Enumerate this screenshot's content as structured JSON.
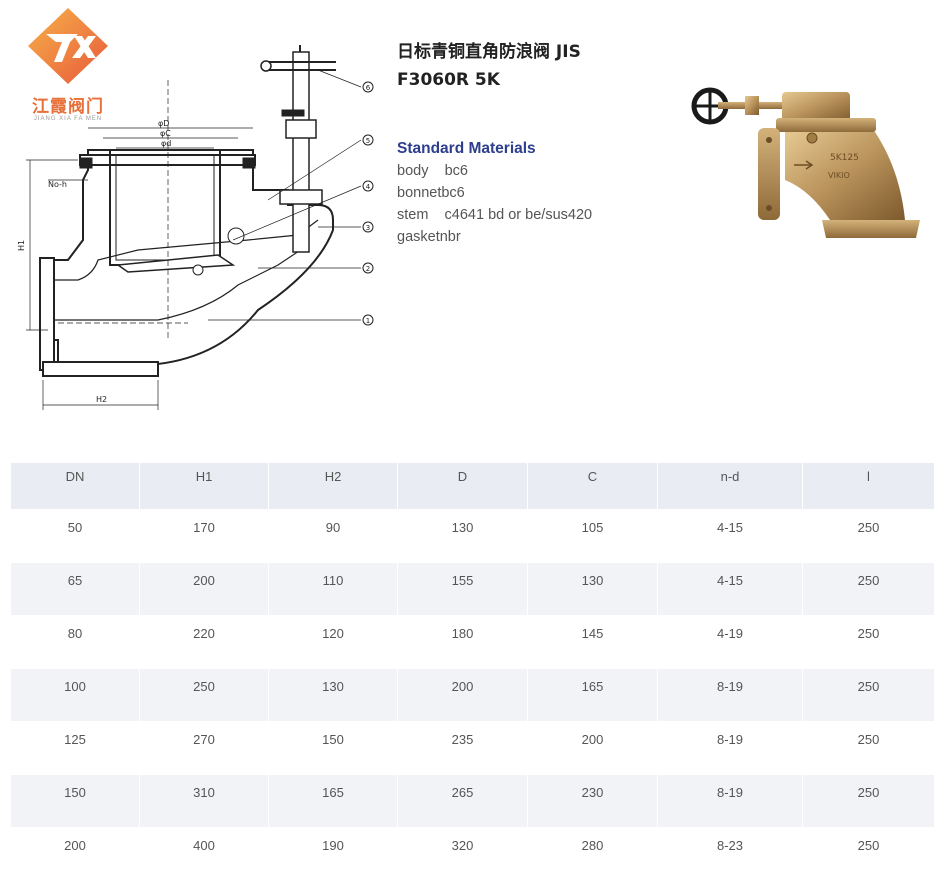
{
  "logo": {
    "cn": "江霞阀门",
    "en": "JIANG XIA FA MEN"
  },
  "title": "日标青铜直角防浪阀 JIS F3060R 5K",
  "materials": {
    "heading": "Standard Materials",
    "rows": [
      {
        "label": "body",
        "gap": "    ",
        "value": "bc6"
      },
      {
        "label": "bonnet",
        "gap": "",
        "value": "bc6"
      },
      {
        "label": "stem",
        "gap": "    ",
        "value": "c4641 bd or be/sus420"
      },
      {
        "label": "gasket",
        "gap": "",
        "value": "nbr"
      }
    ]
  },
  "drawing": {
    "labels": {
      "phiD": "φD",
      "phiC": "φC",
      "phid": "φd",
      "noh": "No-h",
      "h1": "H1",
      "h2": "H2",
      "n1": "1",
      "n2": "2",
      "n3": "3",
      "n4": "4",
      "n5": "5",
      "n6": "6"
    }
  },
  "photo": {
    "casting_mark_1": "5K125",
    "casting_mark_2": "VIKIO"
  },
  "table": {
    "headers": [
      "DN",
      "H1",
      "H2",
      "D",
      "C",
      "n-d",
      "l"
    ],
    "rows": [
      [
        "50",
        "170",
        "90",
        "130",
        "105",
        "4-15",
        "250"
      ],
      [
        "65",
        "200",
        "110",
        "155",
        "130",
        "4-15",
        "250"
      ],
      [
        "80",
        "220",
        "120",
        "180",
        "145",
        "4-19",
        "250"
      ],
      [
        "100",
        "250",
        "130",
        "200",
        "165",
        "8-19",
        "250"
      ],
      [
        "125",
        "270",
        "150",
        "235",
        "200",
        "8-19",
        "250"
      ],
      [
        "150",
        "310",
        "165",
        "265",
        "230",
        "8-19",
        "250"
      ],
      [
        "200",
        "400",
        "190",
        "320",
        "280",
        "8-23",
        "250"
      ]
    ]
  },
  "colors": {
    "logo_orange": "#f08a3c",
    "heading_blue": "#2c3e8c",
    "bronze": "#b8925a",
    "header_bg": "#e9edf3"
  }
}
